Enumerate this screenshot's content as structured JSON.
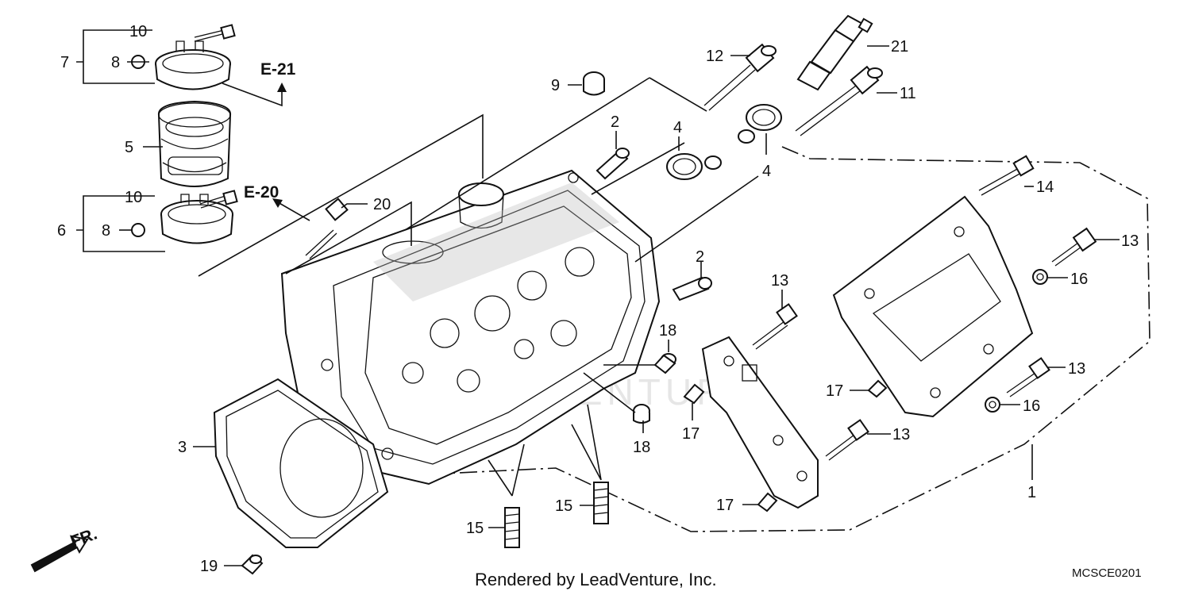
{
  "diagram": {
    "footer_text": "Rendered by LeadVenture, Inc.",
    "diagram_code": "MCSCE0201",
    "direction_label": "FR.",
    "watermark": "LEADVENTURE",
    "references": [
      {
        "id": "e21",
        "text": "E-21"
      },
      {
        "id": "e20",
        "text": "E-20"
      }
    ],
    "callouts": [
      {
        "id": "c10a",
        "text": "10"
      },
      {
        "id": "c7",
        "text": "7"
      },
      {
        "id": "c8a",
        "text": "8"
      },
      {
        "id": "c5",
        "text": "5"
      },
      {
        "id": "c10b",
        "text": "10"
      },
      {
        "id": "c6",
        "text": "6"
      },
      {
        "id": "c8b",
        "text": "8"
      },
      {
        "id": "c9",
        "text": "9"
      },
      {
        "id": "c12",
        "text": "12"
      },
      {
        "id": "c21",
        "text": "21"
      },
      {
        "id": "c11",
        "text": "11"
      },
      {
        "id": "c2a",
        "text": "2"
      },
      {
        "id": "c4a",
        "text": "4"
      },
      {
        "id": "c4b",
        "text": "4"
      },
      {
        "id": "c20",
        "text": "20"
      },
      {
        "id": "c14",
        "text": "14"
      },
      {
        "id": "c13a",
        "text": "13"
      },
      {
        "id": "c2b",
        "text": "2"
      },
      {
        "id": "c13b",
        "text": "13"
      },
      {
        "id": "c16a",
        "text": "16"
      },
      {
        "id": "c18a",
        "text": "18"
      },
      {
        "id": "c13c",
        "text": "13"
      },
      {
        "id": "c17a",
        "text": "17"
      },
      {
        "id": "c16b",
        "text": "16"
      },
      {
        "id": "c17b",
        "text": "17"
      },
      {
        "id": "c18b",
        "text": "18"
      },
      {
        "id": "c13d",
        "text": "13"
      },
      {
        "id": "c3",
        "text": "3"
      },
      {
        "id": "c1",
        "text": "1"
      },
      {
        "id": "c17c",
        "text": "17"
      },
      {
        "id": "c15a",
        "text": "15"
      },
      {
        "id": "c15b",
        "text": "15"
      },
      {
        "id": "c19",
        "text": "19"
      }
    ]
  }
}
